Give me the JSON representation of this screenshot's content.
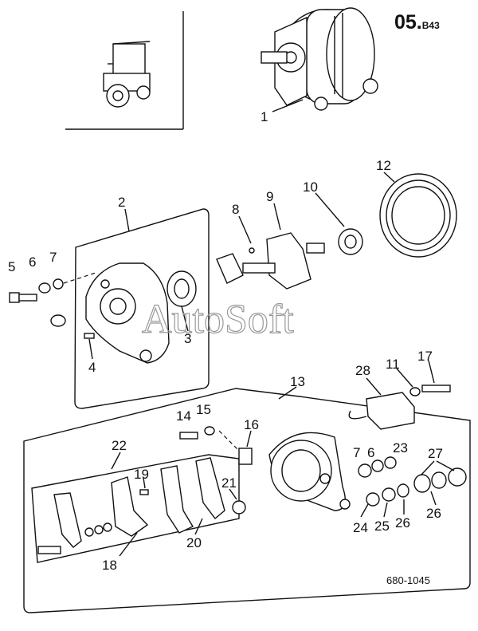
{
  "page_code": {
    "main": "05.",
    "suffix": "B43"
  },
  "reference_number": "680-1045",
  "watermark": "AutoSoft",
  "callouts": [
    "1",
    "2",
    "3",
    "4",
    "5",
    "6",
    "7",
    "8",
    "9",
    "10",
    "11",
    "12",
    "13",
    "14",
    "15",
    "16",
    "17",
    "18",
    "19",
    "20",
    "21",
    "22",
    "23",
    "24",
    "25",
    "26",
    "27",
    "28"
  ],
  "callout_extra": {
    "c6b": "6",
    "c7b": "7",
    "c26b": "26"
  }
}
